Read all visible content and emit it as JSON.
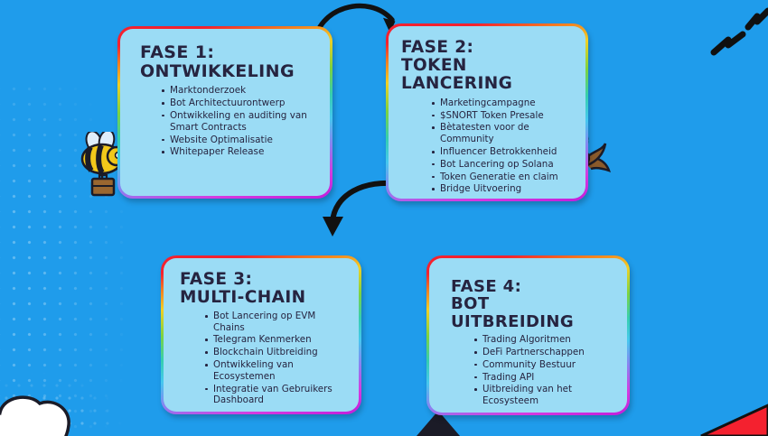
{
  "background": {
    "sky_color": "#1f9ceb",
    "decorations": [
      {
        "name": "cloud-bottom-left",
        "color": "#ffffff"
      },
      {
        "name": "birds-top-right",
        "color": "#111111"
      },
      {
        "name": "corner-wedge-bottom-right",
        "color": "#f4212f"
      },
      {
        "name": "triangle-bottom-center",
        "color": "#1b1b27"
      }
    ]
  },
  "mascots": [
    {
      "name": "bee-with-briefcase",
      "body_color": "#f2c81a",
      "accent_color": "#1b1b27"
    },
    {
      "name": "doge-dog",
      "body_color": "#d9a85f",
      "accent_color": "#8a5a2b"
    }
  ],
  "connectors": [
    {
      "name": "arrow-phase1-to-phase2",
      "color": "#111111"
    },
    {
      "name": "arrow-phase2-to-phase3",
      "color": "#111111"
    }
  ],
  "card_style": {
    "fill": "#9bdcf5",
    "border_gradient_start": "#f4212f",
    "border_gradient_end": "#c21ddb",
    "text_color": "#262440"
  },
  "phases": [
    {
      "id": "phase-1",
      "title": "FASE 1:\nONTWIKKELING",
      "items": [
        "Marktonderzoek",
        "Bot Architectuurontwerp",
        "Ontwikkeling en auditing van Smart Contracts",
        "Website Optimalisatie",
        "Whitepaper Release"
      ]
    },
    {
      "id": "phase-2",
      "title": "FASE 2:\nTOKEN\nLANCERING",
      "items": [
        "Marketingcampagne",
        "$SNORT Token Presale",
        "Bètatesten voor de Community",
        "Influencer Betrokkenheid",
        "Bot Lancering op Solana",
        "Token Generatie en claim",
        "Bridge Uitvoering"
      ]
    },
    {
      "id": "phase-3",
      "title": "FASE 3:\nMULTI-CHAIN",
      "items": [
        "Bot Lancering op EVM Chains",
        "Telegram Kenmerken",
        "Blockchain Uitbreiding",
        "Ontwikkeling van Ecosystemen",
        "Integratie van Gebruikers Dashboard"
      ]
    },
    {
      "id": "phase-4",
      "title": "FASE 4:\nBOT UITBREIDING",
      "items": [
        "Trading Algoritmen",
        "DeFi Partnerschappen",
        "Community Bestuur",
        "Trading API",
        "Uitbreiding van het Ecosysteem"
      ]
    }
  ]
}
